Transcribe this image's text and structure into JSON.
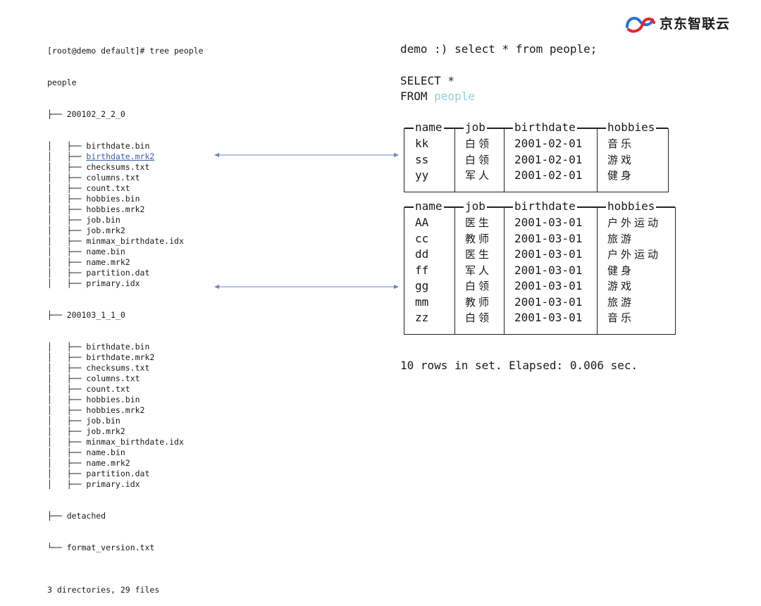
{
  "terminal": {
    "prompt": "[root@demo default]# tree people",
    "root": "people",
    "partition1": {
      "name": "200102_2_2_0",
      "files": [
        "birthdate.bin",
        "birthdate.mrk2",
        "checksums.txt",
        "columns.txt",
        "count.txt",
        "hobbies.bin",
        "hobbies.mrk2",
        "job.bin",
        "job.mrk2",
        "minmax_birthdate.idx",
        "name.bin",
        "name.mrk2",
        "partition.dat",
        "primary.idx"
      ]
    },
    "partition2": {
      "name": "200103_1_1_0",
      "files": [
        "birthdate.bin",
        "birthdate.mrk2",
        "checksums.txt",
        "columns.txt",
        "count.txt",
        "hobbies.bin",
        "hobbies.mrk2",
        "job.bin",
        "job.mrk2",
        "minmax_birthdate.idx",
        "name.bin",
        "name.mrk2",
        "partition.dat",
        "primary.idx"
      ]
    },
    "detached": "detached",
    "format_version": "format_version.txt",
    "summary": "3 directories, 29 files"
  },
  "logo": {
    "text": "京东智联云"
  },
  "query": {
    "command": "demo :) select * from people;",
    "select": "SELECT *",
    "from": "FROM ",
    "table": "people"
  },
  "result1": {
    "columns": [
      "name",
      "job",
      "birthdate",
      "hobbies"
    ],
    "rows": [
      [
        "kk",
        "白领",
        "2001-02-01",
        "音乐"
      ],
      [
        "ss",
        "白领",
        "2001-02-01",
        "游戏"
      ],
      [
        "yy",
        "军人",
        "2001-02-01",
        "健身"
      ]
    ]
  },
  "result2": {
    "columns": [
      "name",
      "job",
      "birthdate",
      "hobbies"
    ],
    "rows": [
      [
        "AA",
        "医生",
        "2001-03-01",
        "户外运动"
      ],
      [
        "cc",
        "教师",
        "2001-03-01",
        "旅游"
      ],
      [
        "dd",
        "医生",
        "2001-03-01",
        "户外运动"
      ],
      [
        "ff",
        "军人",
        "2001-03-01",
        "健身"
      ],
      [
        "gg",
        "白领",
        "2001-03-01",
        "游戏"
      ],
      [
        "mm",
        "教师",
        "2001-03-01",
        "旅游"
      ],
      [
        "zz",
        "白领",
        "2001-03-01",
        "音乐"
      ]
    ]
  },
  "footer": {
    "status": "10 rows in set. Elapsed: 0.006 sec."
  },
  "colors": {
    "link": "#3a5ea8",
    "table_name": "#8fcfe0",
    "logo_red": "#e2262f",
    "logo_blue": "#2a6fdb"
  }
}
